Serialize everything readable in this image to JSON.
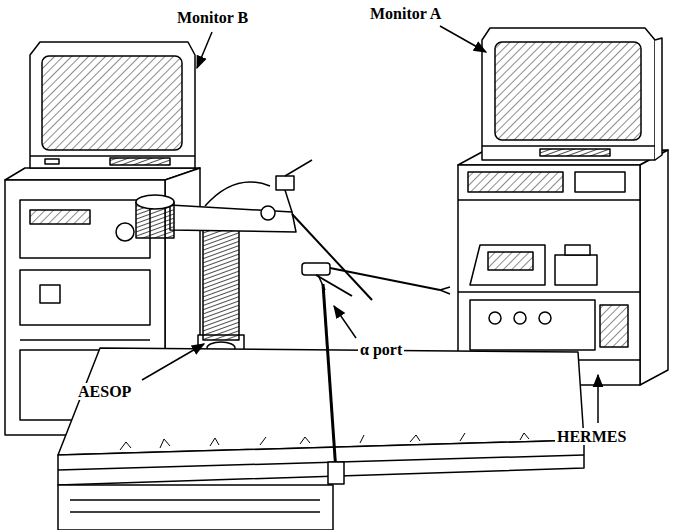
{
  "diagram": {
    "labels": [
      "Monitor B",
      "Monitor A",
      "AESOP",
      "α port",
      "HERMES"
    ]
  }
}
